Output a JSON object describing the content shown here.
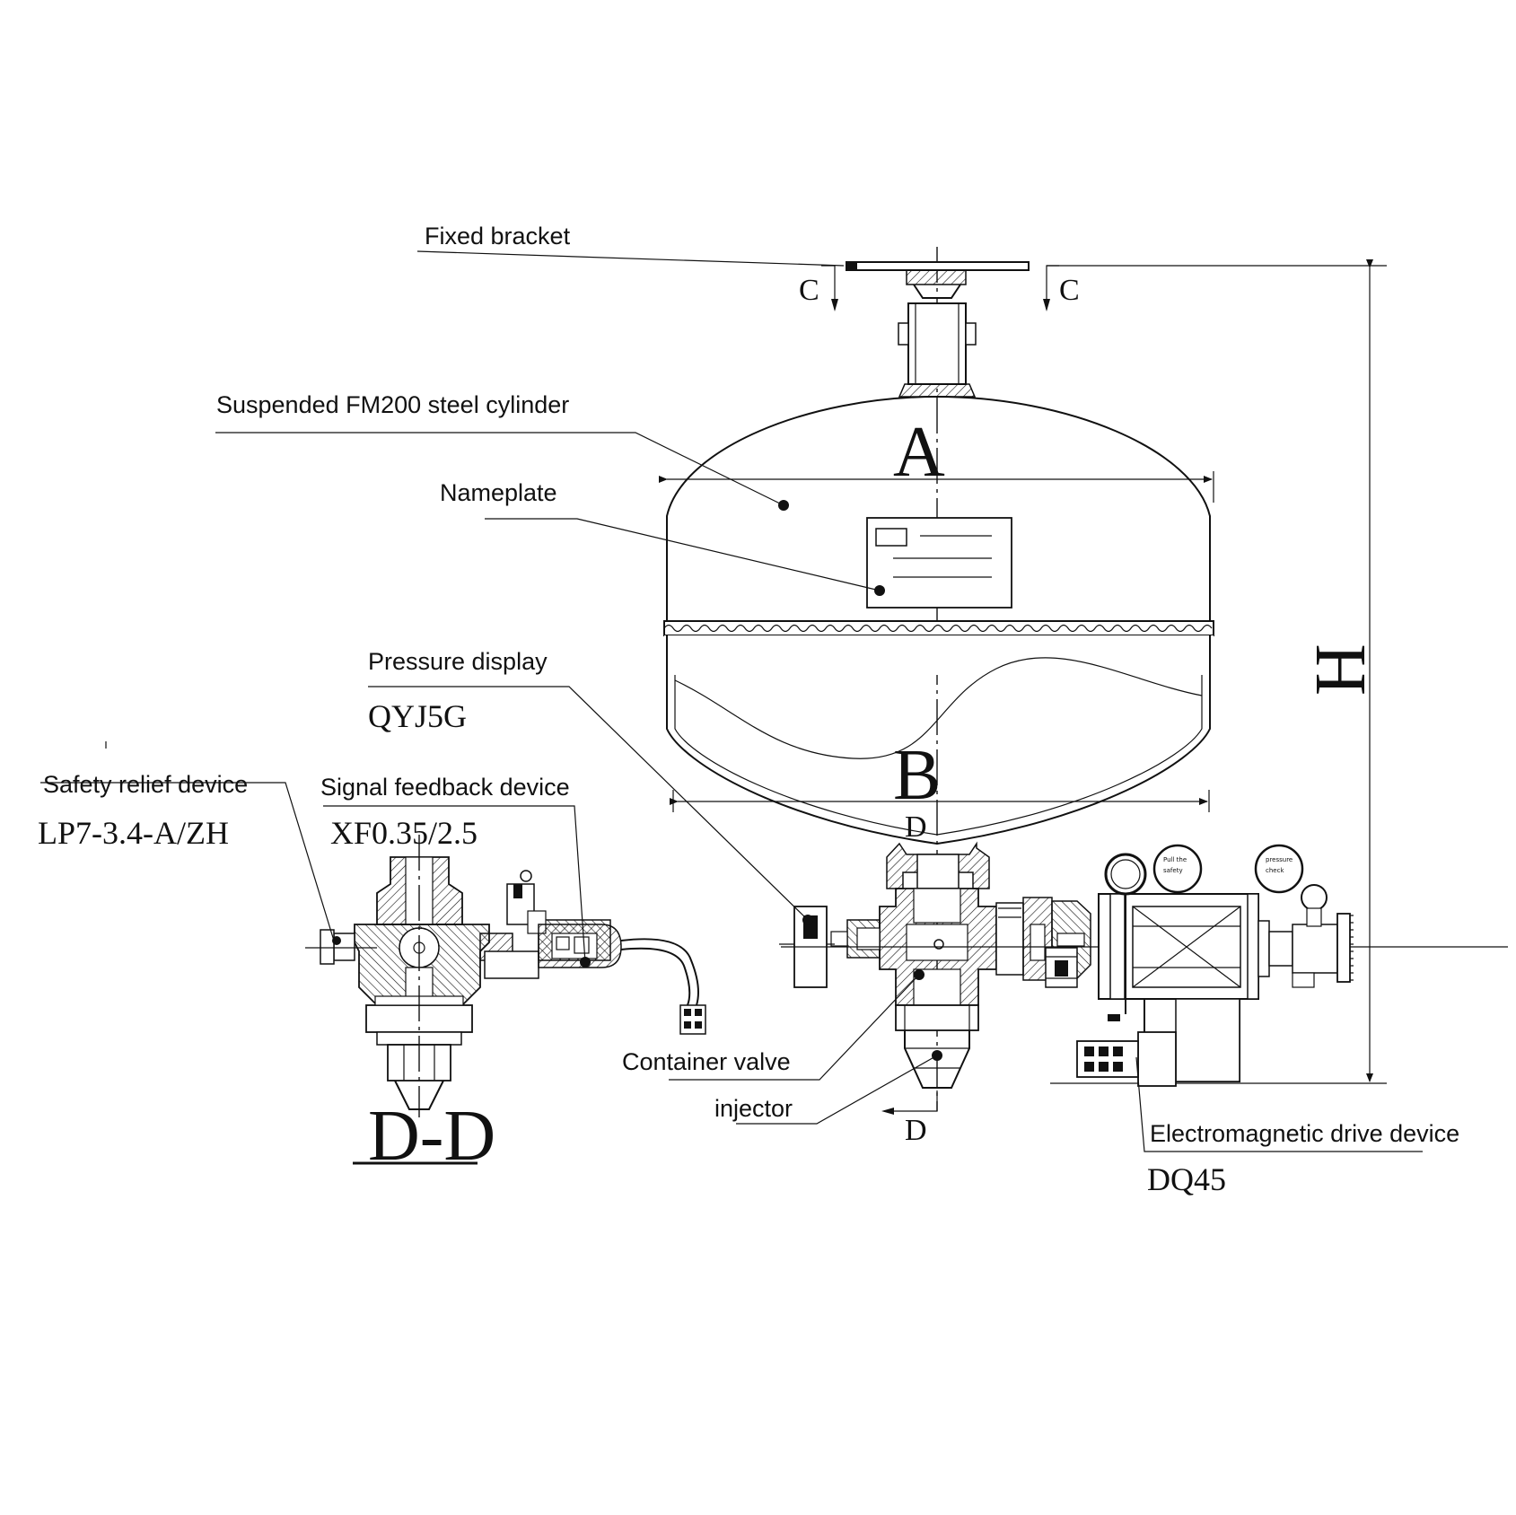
{
  "labels": {
    "fixed_bracket": "Fixed bracket",
    "cylinder": "Suspended FM200 steel cylinder",
    "nameplate": "Nameplate",
    "pressure_display": "Pressure display",
    "pressure_display_model": "QYJ5G",
    "safety_relief": "Safety relief device",
    "safety_relief_model": "LP7-3.4-A/ZH",
    "signal_feedback": "Signal feedback device",
    "signal_feedback_model": "XF0.35/2.5",
    "container_valve": "Container valve",
    "injector": "injector",
    "electromagnetic_drive": "Electromagnetic drive device",
    "electromagnetic_drive_model": "DQ45"
  },
  "dimensions": {
    "a": "A",
    "b": "B",
    "h": "H",
    "section_c": "C",
    "section_d": "D"
  },
  "section_title": "D-D"
}
